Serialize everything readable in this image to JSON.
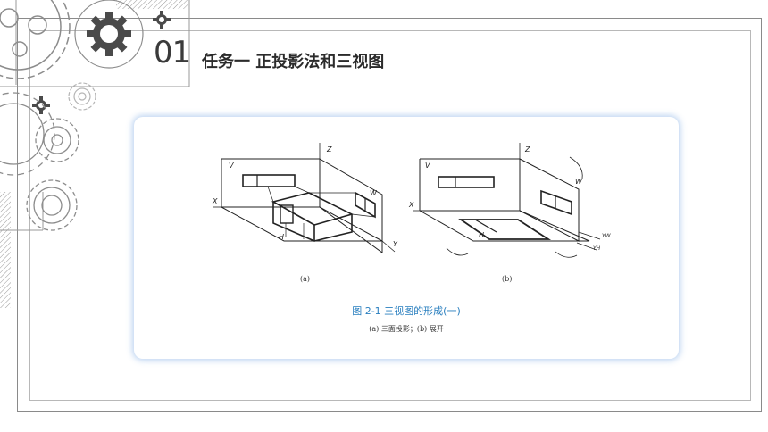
{
  "header": {
    "number": "01",
    "title": "任务一  正投影法和三视图"
  },
  "figure": {
    "sublabel_a": "(a)",
    "sublabel_b": "(b)",
    "caption": "图 2-1   三视图的形成(一)",
    "note": "(a) 三面投影；(b) 展开",
    "axis_labels": {
      "v": "V",
      "w": "W",
      "h": "H",
      "x": "X",
      "y": "Y",
      "z": "Z",
      "yw": "YW",
      "yh": "YH"
    }
  },
  "colors": {
    "caption": "#2a7fbf",
    "card_glow": "#6ea0e1",
    "decoration": "#8c8c8c"
  },
  "icons": [
    "gear-icon",
    "hatch-pattern"
  ]
}
